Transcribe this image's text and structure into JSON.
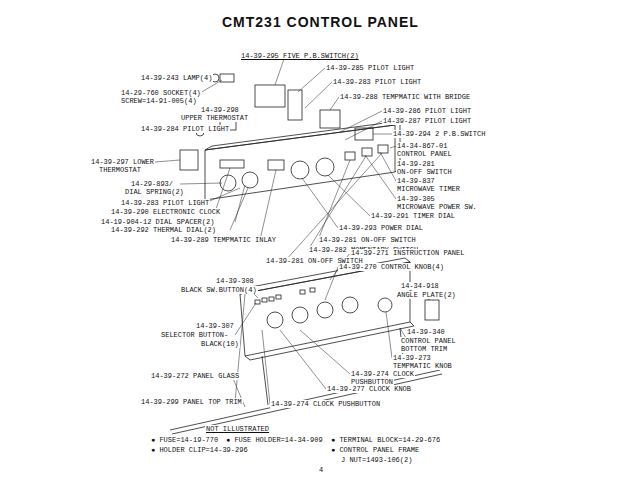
{
  "diagram": {
    "title": "CMT231 CONTROL PANEL",
    "labels": [
      "14-39-295 FIVE P.B.SWITCH(2)",
      "14-39-285 PILOT LIGHT",
      "14-39-243 LAMP(4)",
      "14-39-283 PILOT LIGHT",
      "14-29-760 SOCKET(4)",
      "SCREW=14-91-005(4)",
      "14-39-288 TEMPMATIC WITH BRIDGE",
      "14-39-298",
      "UPPER THERMOSTAT",
      "14-39-286 PILOT LIGHT",
      "14-39-287 PILOT LIGHT",
      "14-39-284 PILOT LIGHT",
      "14-39-294 2 P.B.SWITCH",
      "14-34-867-01",
      "CONTROL PANEL",
      "14-39-281",
      "ON-OFF SWITCH",
      "14-39-297 LOWER",
      "THERMOSTAT",
      "14-39-837",
      "MICROWAVE TIMER",
      "14-39-305",
      "MICROWAVE POWER SW.",
      "14-29-893/",
      "DIAL SPRING(2)",
      "14-39-291 TIMER DIAL",
      "14-39-283 PILOT LIGHT",
      "14-39-293 POWER DIAL",
      "14-39-290 ELECTRONIC CLOCK",
      "14-19-904-12 DIAL SPACER(2)",
      "14-39-292 THERMAL DIAL(2)",
      "14-39-281 ON-OFF SWITCH",
      "14-39-282 MOMENTARY SWITCH",
      "14-39-289 TEMPMATIC INLAY",
      "14-39-281 ON-OFF SWITCH",
      "14-39-271 INSTRUCTION PANEL",
      "14-39-270 CONTROL KNOB(4)",
      "14-39-308",
      "BLACK SW.BUTTON(4)",
      "14-34-918",
      "ANGLE PLATE(2)",
      "14-39-307",
      "SELECTOR BUTTON-",
      "BLACK(10)",
      "14-39-340",
      "CONTROL PANEL",
      "BOTTOM TRIM",
      "14-39-273",
      "TEMPMATIC KNOB",
      "14-39-272 PANEL GLASS",
      "14-39-274 CLOCK",
      "PUSHBUTTON",
      "14-39-277 CLOCK KNOB",
      "14-39-299 PANEL TOP TRIM",
      "14-39-274 CLOCK PUSHBUTTON",
      "NOT ILLUSTRATED",
      "● FUSE=14-19-770",
      "● FUSE HOLDER=14-34-909",
      "● HOLDER CLIP=14-39-296",
      "● TERMINAL BLOCK=14-29-676",
      "● CONTROL PANEL FRAME",
      "J NUT=1493-106(2)",
      "4"
    ]
  }
}
